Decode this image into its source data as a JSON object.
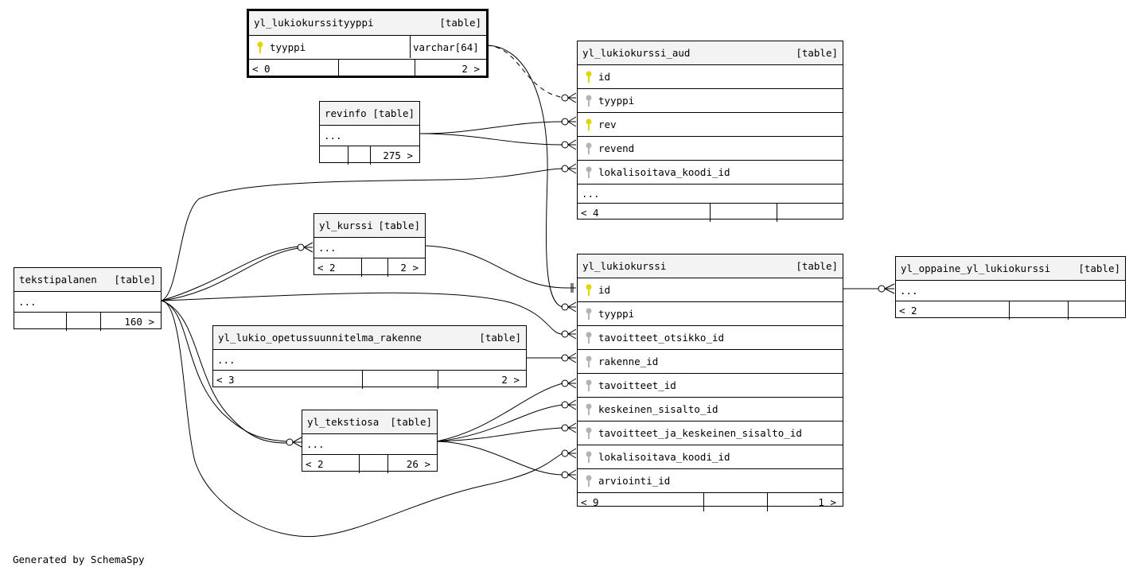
{
  "tag": "[table]",
  "credit": "Generated by SchemaSpy",
  "colors": {
    "primary_key": "#e3d400",
    "foreign_key": "#b3b3b3",
    "header_bg": "#f3f3f3",
    "line": "#000000"
  },
  "icons": {
    "pk": "key-icon",
    "fk": "key-icon"
  },
  "tables": {
    "lukiokurssityyppi": {
      "name": "yl_lukiokurssityyppi",
      "col_tyyppi": "tyyppi",
      "col_tyyppi_type": "varchar[64]",
      "parents": "< 0",
      "children": "2 >"
    },
    "revinfo": {
      "name": "revinfo",
      "ellipsis": "...",
      "children": "275 >"
    },
    "lukiokurssi_aud": {
      "name": "yl_lukiokurssi_aud",
      "col_id": "id",
      "col_tyyppi": "tyyppi",
      "col_rev": "rev",
      "col_revend": "revend",
      "col_lokalisoitava": "lokalisoitava_koodi_id",
      "ellipsis": "...",
      "parents": "< 4"
    },
    "kurssi": {
      "name": "yl_kurssi",
      "ellipsis": "...",
      "parents": "< 2",
      "children": "2 >"
    },
    "tekstipalanen": {
      "name": "tekstipalanen",
      "ellipsis": "...",
      "children": "160 >"
    },
    "lukiokurssi": {
      "name": "yl_lukiokurssi",
      "col_id": "id",
      "col_tyyppi": "tyyppi",
      "col_tavoitteet_otsikko": "tavoitteet_otsikko_id",
      "col_rakenne": "rakenne_id",
      "col_tavoitteet": "tavoitteet_id",
      "col_keskeinen": "keskeinen_sisalto_id",
      "col_tav_ja_kesk": "tavoitteet_ja_keskeinen_sisalto_id",
      "col_lokalisoitava": "lokalisoitava_koodi_id",
      "col_arviointi": "arviointi_id",
      "parents": "< 9",
      "children": "1 >"
    },
    "oppaine": {
      "name": "yl_oppaine_yl_lukiokurssi",
      "ellipsis": "...",
      "parents": "< 2"
    },
    "rakenne": {
      "name": "yl_lukio_opetussuunnitelma_rakenne",
      "ellipsis": "...",
      "parents": "< 3",
      "children": "2 >"
    },
    "tekstiosa": {
      "name": "yl_tekstiosa",
      "ellipsis": "...",
      "parents": "< 2",
      "children": "26 >"
    }
  }
}
